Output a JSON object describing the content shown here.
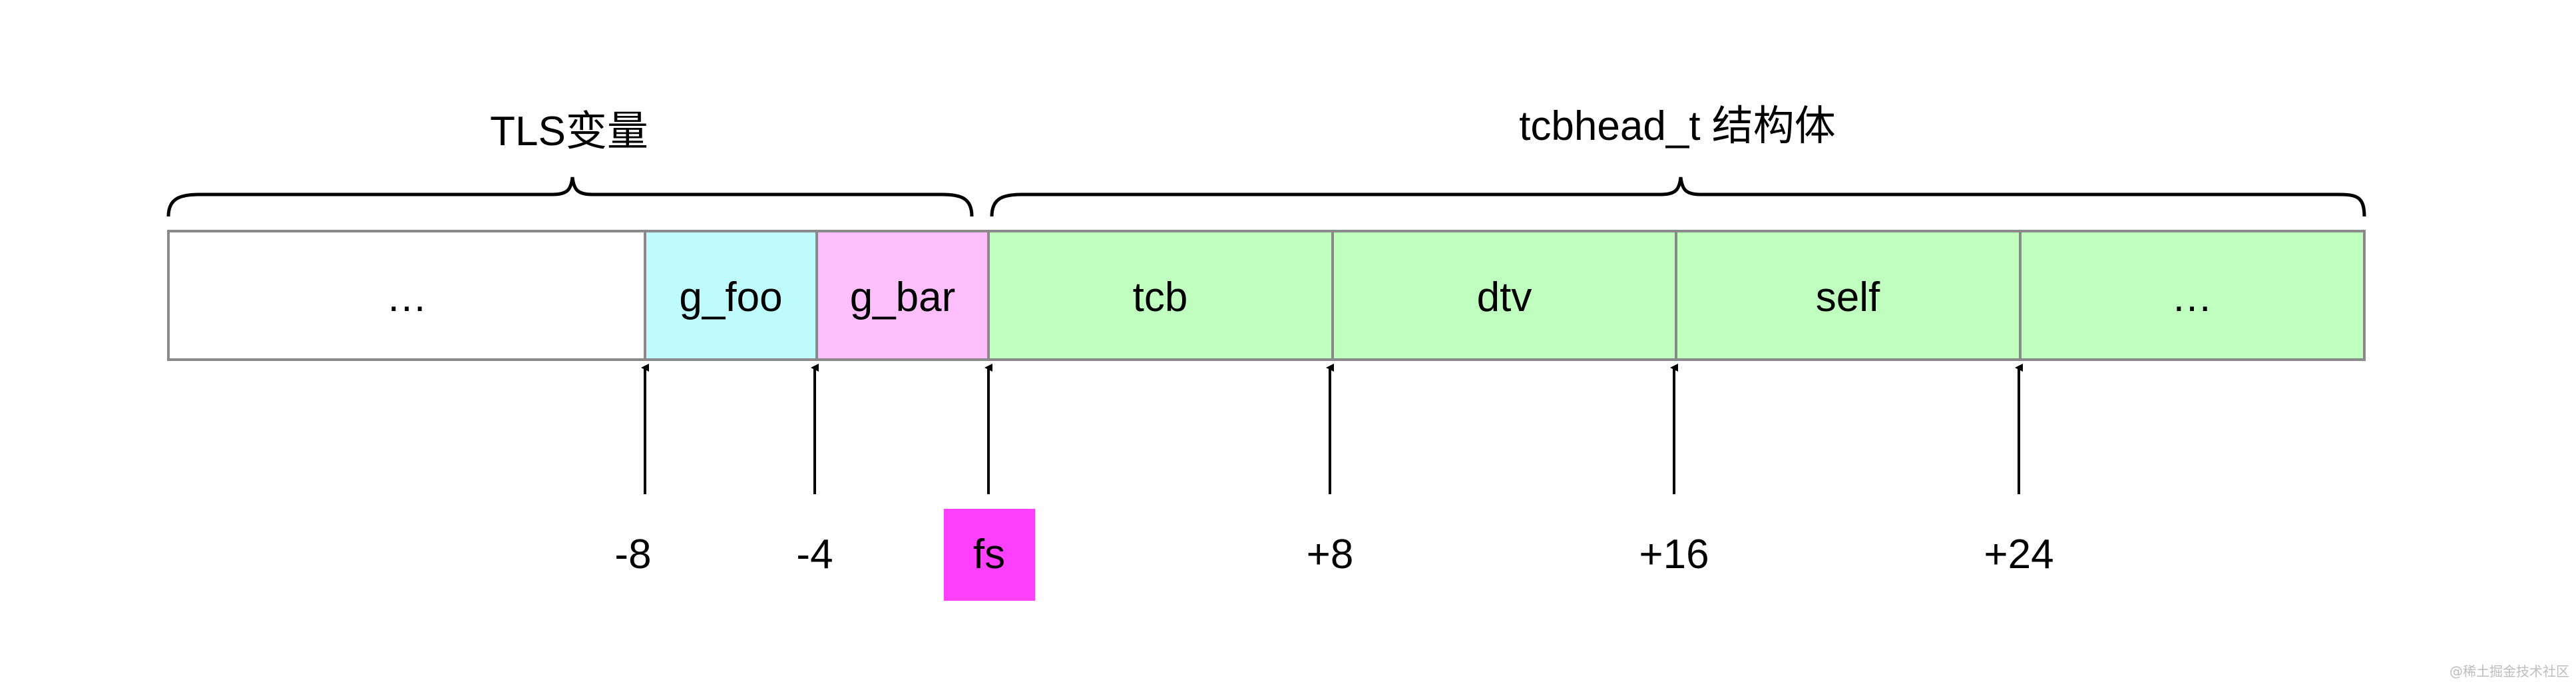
{
  "brace_labels": {
    "tls": "TLS变量",
    "tcbhead": "tcbhead_t 结构体"
  },
  "cells": [
    {
      "label": "…",
      "color": "#ffffff"
    },
    {
      "label": "g_foo",
      "color": "#bffafc"
    },
    {
      "label": "g_bar",
      "color": "#fdbffc"
    },
    {
      "label": "tcb",
      "color": "#bffebf"
    },
    {
      "label": "dtv",
      "color": "#bffebf"
    },
    {
      "label": "self",
      "color": "#bffebf"
    },
    {
      "label": "…",
      "color": "#bffebf"
    }
  ],
  "offsets": {
    "minus8": "-8",
    "minus4": "-4",
    "fs": "fs",
    "plus8": "+8",
    "plus16": "+16",
    "plus24": "+24"
  },
  "colors": {
    "fs_marker": "#fe3ffb",
    "border": "#8a8a8a",
    "arrow": "#000000"
  },
  "watermark": "@稀土掘金技术社区"
}
